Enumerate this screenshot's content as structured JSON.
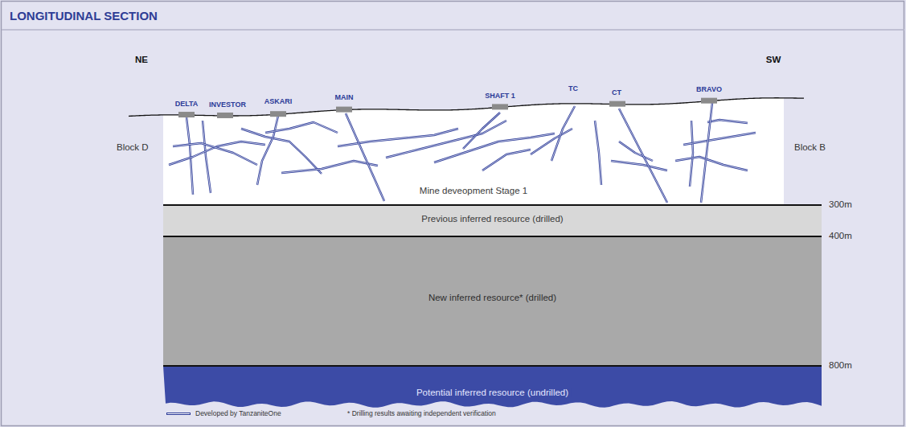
{
  "diagram": {
    "title": "LONGITUDINAL SECTION",
    "nodes": [
      {
        "text": [
          "Mine deveopment Stage 1"
        ]
      },
      {
        "text": [
          "Previous inferred resource (drilled)"
        ]
      },
      {
        "text": [
          "New inferred resource* (drilled)"
        ]
      },
      {
        "text": [
          "Potential inferred resource (undrilled)"
        ]
      }
    ],
    "labels": [
      "NE",
      "SW",
      "DELTA",
      "INVESTOR",
      "ASKARI",
      "MAIN",
      "SHAFT 1",
      "TC",
      "CT",
      "BRAVO",
      "Block D",
      "Block B",
      "300m",
      "400m",
      "800m",
      "* Drilling results awaiting independent verification"
    ],
    "legend": [
      {
        "text": "Developed by TanzaniteOne"
      }
    ]
  }
}
